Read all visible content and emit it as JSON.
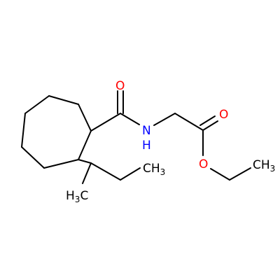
{
  "molecule": {
    "colors": {
      "bond": "#000000",
      "oxygen": "#ff0000",
      "nitrogen": "#0000ff",
      "carbon_label": "#000000"
    },
    "labels": {
      "amide_oxygen": "O",
      "amide_nitrogen_n": "N",
      "amide_nitrogen_h": "H",
      "ester_carbonyl_oxygen": "O",
      "ester_oxygen": "O",
      "methyl_right_c": "CH",
      "methyl_right_sub": "3",
      "methyl_left_h": "H",
      "methyl_left_sub": "3",
      "methyl_left_c": "C",
      "ester_methyl_c": "CH",
      "ester_methyl_sub": "3"
    }
  }
}
